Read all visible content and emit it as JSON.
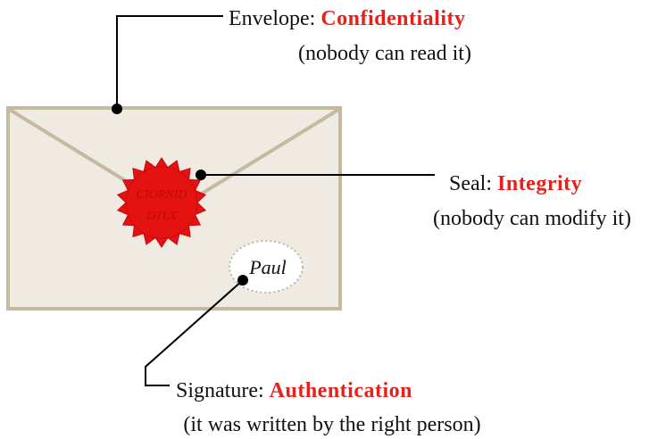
{
  "envelope": {
    "label": "Envelope: ",
    "concept": "Confidentiality",
    "note": "(nobody can read it)"
  },
  "seal": {
    "label": "Seal: ",
    "concept": "Integrity",
    "note": "(nobody can modify it)",
    "stamp_line1": "CIORNID",
    "stamp_line2": "DTLX"
  },
  "signature": {
    "label": "Signature: ",
    "concept": "Authentication",
    "note": "(it was written by the right person)",
    "name": "Paul"
  },
  "colors": {
    "envelope_fill": "#efeae2",
    "envelope_stroke": "#c5b9a0",
    "seal": "#e51212",
    "accent": "#e8201a"
  }
}
